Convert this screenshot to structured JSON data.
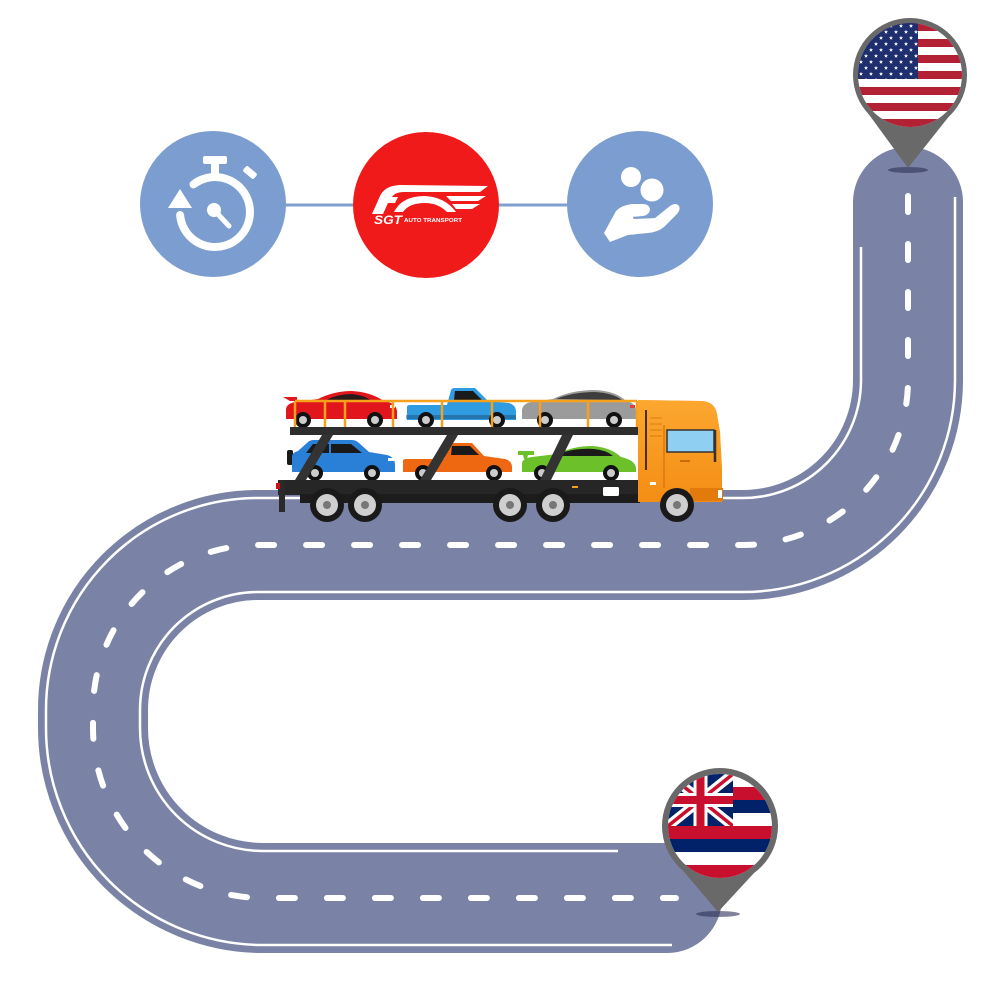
{
  "logo": {
    "brand": "SGT",
    "tagline": "AUTO TRANSPORT",
    "background": "#f01a1a"
  },
  "feature_icons": [
    {
      "name": "stopwatch",
      "background": "#7b9dcf"
    },
    {
      "name": "sgt-auto-transport-logo",
      "background": "#f01a1a"
    },
    {
      "name": "hand-with-coins",
      "background": "#7b9dcf"
    }
  ],
  "connector_color": "#7f9fcd",
  "route": {
    "road_color": "#7a83a6",
    "lane_marking_color": "#ffffff",
    "start_pin": {
      "flag": "united-states",
      "pin_color": "#696969"
    },
    "end_pin": {
      "flag": "hawaii",
      "pin_color": "#696969"
    }
  },
  "truck": {
    "type": "car-carrier",
    "cab_color": "#f7941d",
    "railing_color": "#f5a11c",
    "window_color": "#8fd0f2",
    "upper_deck": [
      {
        "type": "coupe",
        "color": "#e0161c"
      },
      {
        "type": "pickup",
        "color": "#2f9be0"
      },
      {
        "type": "sedan",
        "color": "#9b9b9b"
      }
    ],
    "lower_deck": [
      {
        "type": "suv",
        "color": "#2a80d6"
      },
      {
        "type": "pickup",
        "color": "#ee6812"
      },
      {
        "type": "sports-car",
        "color": "#6cc12a"
      }
    ]
  }
}
